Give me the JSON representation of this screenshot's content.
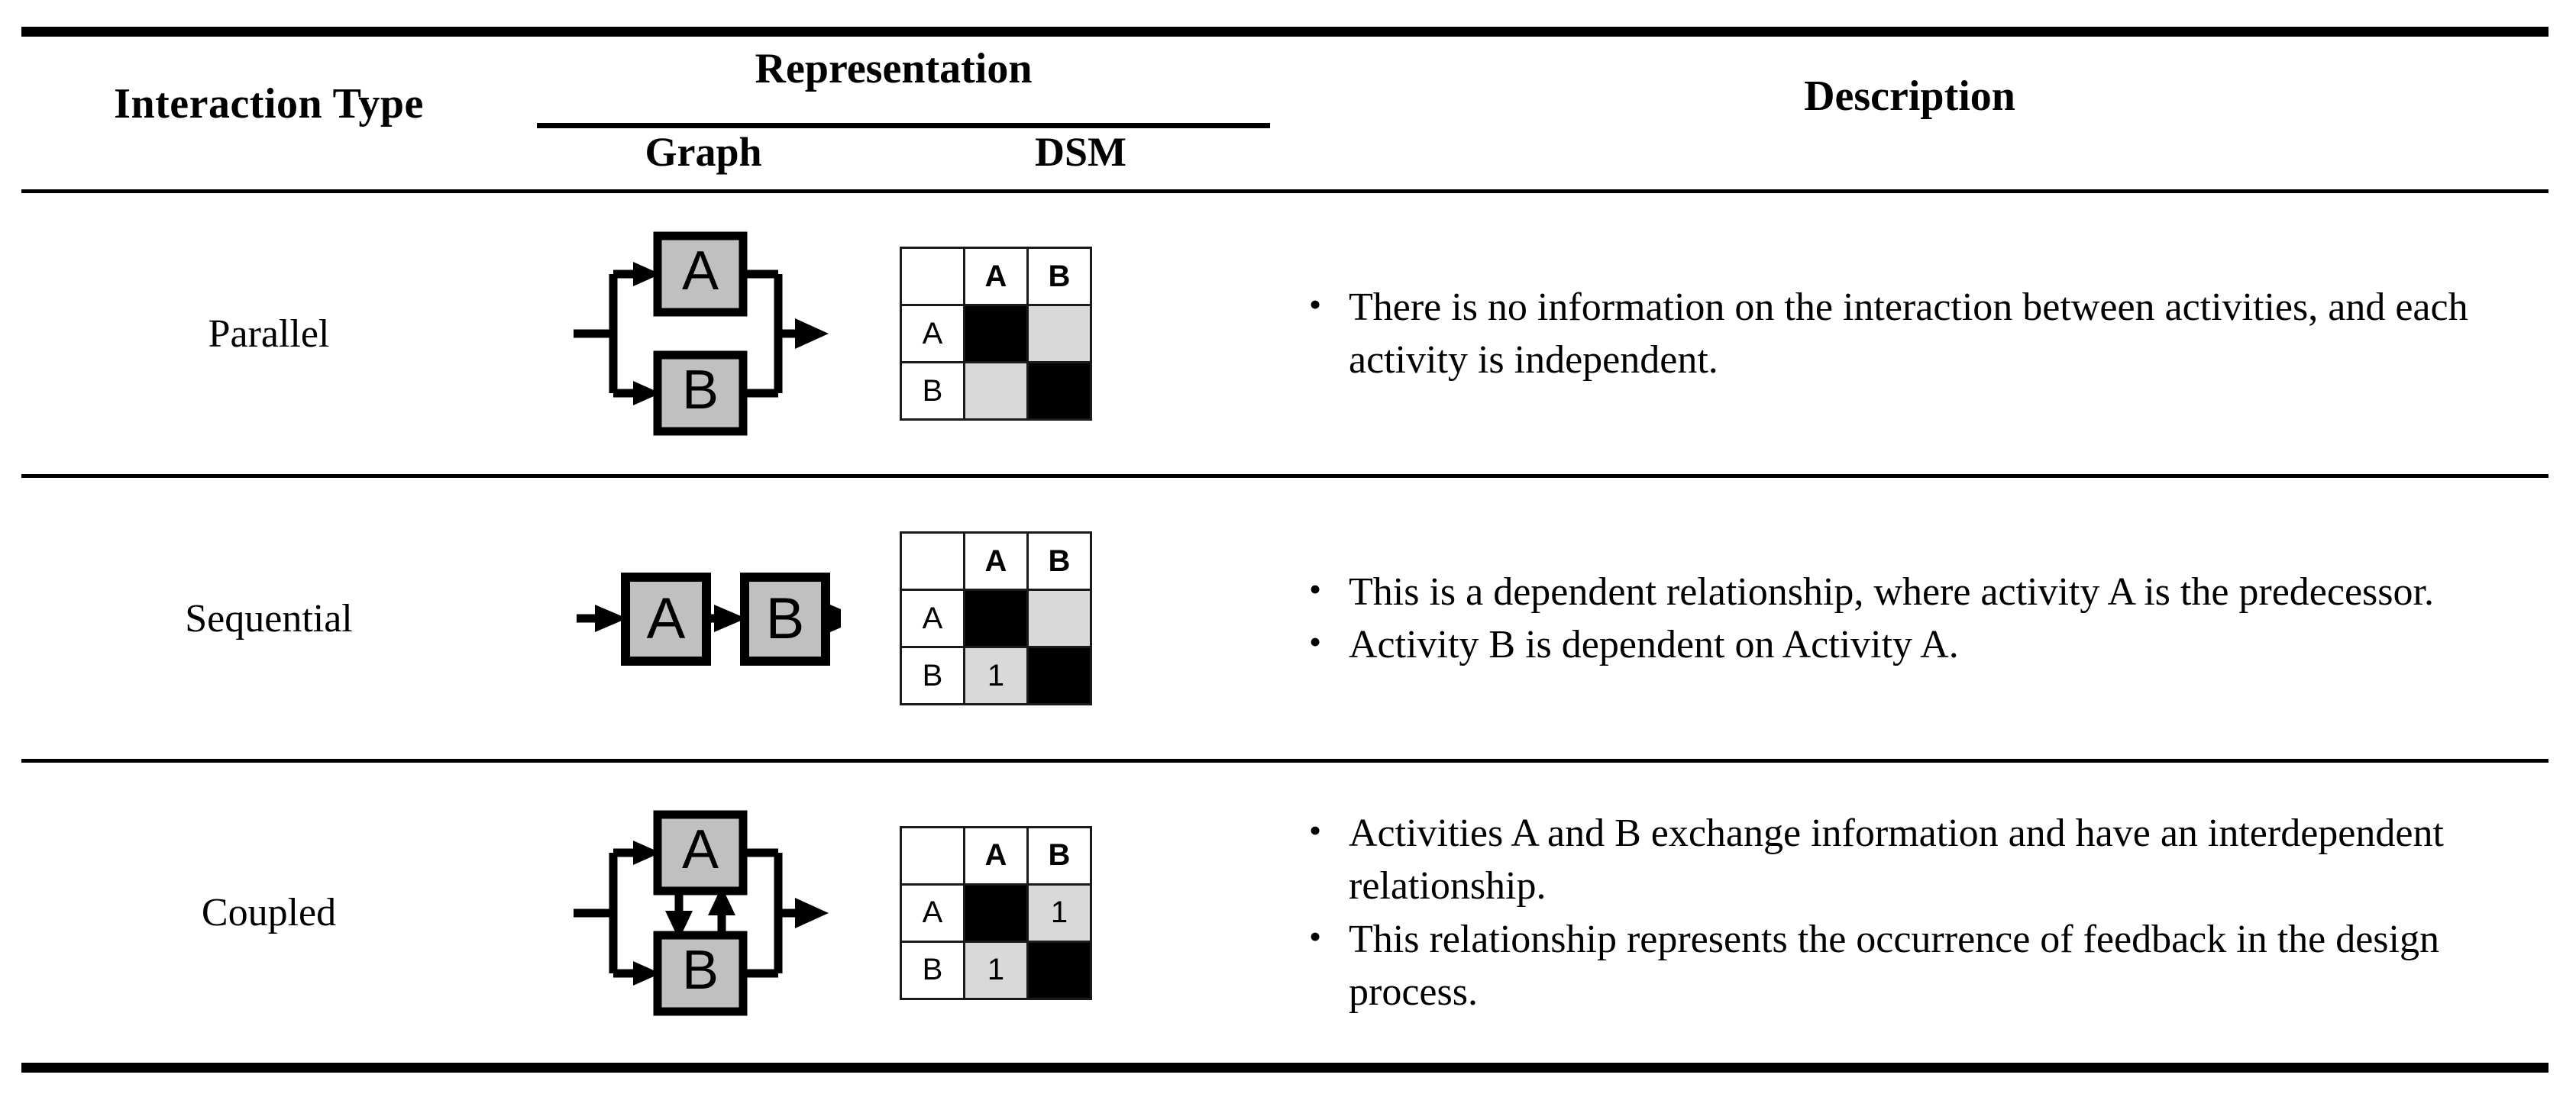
{
  "table": {
    "headers": {
      "interaction_type": "Interaction Type",
      "representation": "Representation",
      "graph": "Graph",
      "dsm": "DSM",
      "description": "Description"
    },
    "rows": [
      {
        "type": "Parallel",
        "graph_kind": "parallel-graph",
        "graph_nodes": [
          "A",
          "B"
        ],
        "dsm": {
          "corner": "",
          "col_headers": [
            "A",
            "B"
          ],
          "row_headers": [
            "A",
            "B"
          ],
          "cells": [
            [
              "",
              ""
            ],
            [
              "",
              ""
            ]
          ]
        },
        "bullets": [
          "There is no information on the interaction between activities, and each activity is independent."
        ]
      },
      {
        "type": "Sequential",
        "graph_kind": "sequential-graph",
        "graph_nodes": [
          "A",
          "B"
        ],
        "dsm": {
          "corner": "",
          "col_headers": [
            "A",
            "B"
          ],
          "row_headers": [
            "A",
            "B"
          ],
          "cells": [
            [
              "",
              ""
            ],
            [
              "1",
              ""
            ]
          ]
        },
        "bullets": [
          "This is a dependent relationship, where activity A is the predecessor.",
          "Activity B is dependent on Activity A."
        ]
      },
      {
        "type": "Coupled",
        "graph_kind": "coupled-graph",
        "graph_nodes": [
          "A",
          "B"
        ],
        "dsm": {
          "corner": "",
          "col_headers": [
            "A",
            "B"
          ],
          "row_headers": [
            "A",
            "B"
          ],
          "cells": [
            [
              "",
              "1"
            ],
            [
              "1",
              ""
            ]
          ]
        },
        "bullets": [
          "Activities A and B exchange information and have an interdependent relationship.",
          "This relationship represents the occurrence of feedback in the design process."
        ]
      }
    ],
    "bullet_glyph": "•",
    "colors": {
      "rule": "#000000",
      "node_fill": "#c0c0c0",
      "dsm_diagonal": "#000000",
      "dsm_marked": "#d9d9d9",
      "dsm_empty": "#ffffff",
      "text": "#000000"
    }
  }
}
